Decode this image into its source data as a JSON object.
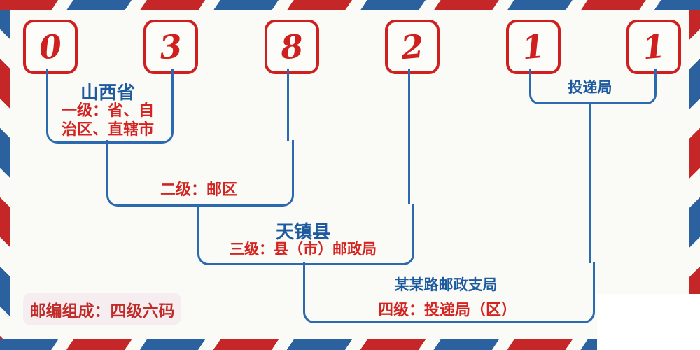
{
  "digits": [
    "0",
    "3",
    "8",
    "2",
    "1",
    "1"
  ],
  "annotations": {
    "level1": {
      "place": "山西省",
      "label_line1": "一级：省、自",
      "label_line2": "治区、直辖市"
    },
    "level2": {
      "label": "二级：邮区"
    },
    "level3": {
      "place": "天镇县",
      "label": "三级：县（市）邮政局"
    },
    "level4": {
      "place": "某某路邮政支局",
      "label": "四级：投递局（区）"
    },
    "delivery": {
      "label": "投递局"
    }
  },
  "note": {
    "text": "邮编组成：四级六码"
  },
  "colors": {
    "background": "#fafaf7",
    "stripe_red": "#c52728",
    "stripe_blue": "#2b619f",
    "digit_red": "#cf201f",
    "label_red": "#d42421",
    "place_blue": "#1e5b9e",
    "connector_blue": "#2b6ab0",
    "note_background": "#f5edf0",
    "note_text": "#c12b28"
  }
}
